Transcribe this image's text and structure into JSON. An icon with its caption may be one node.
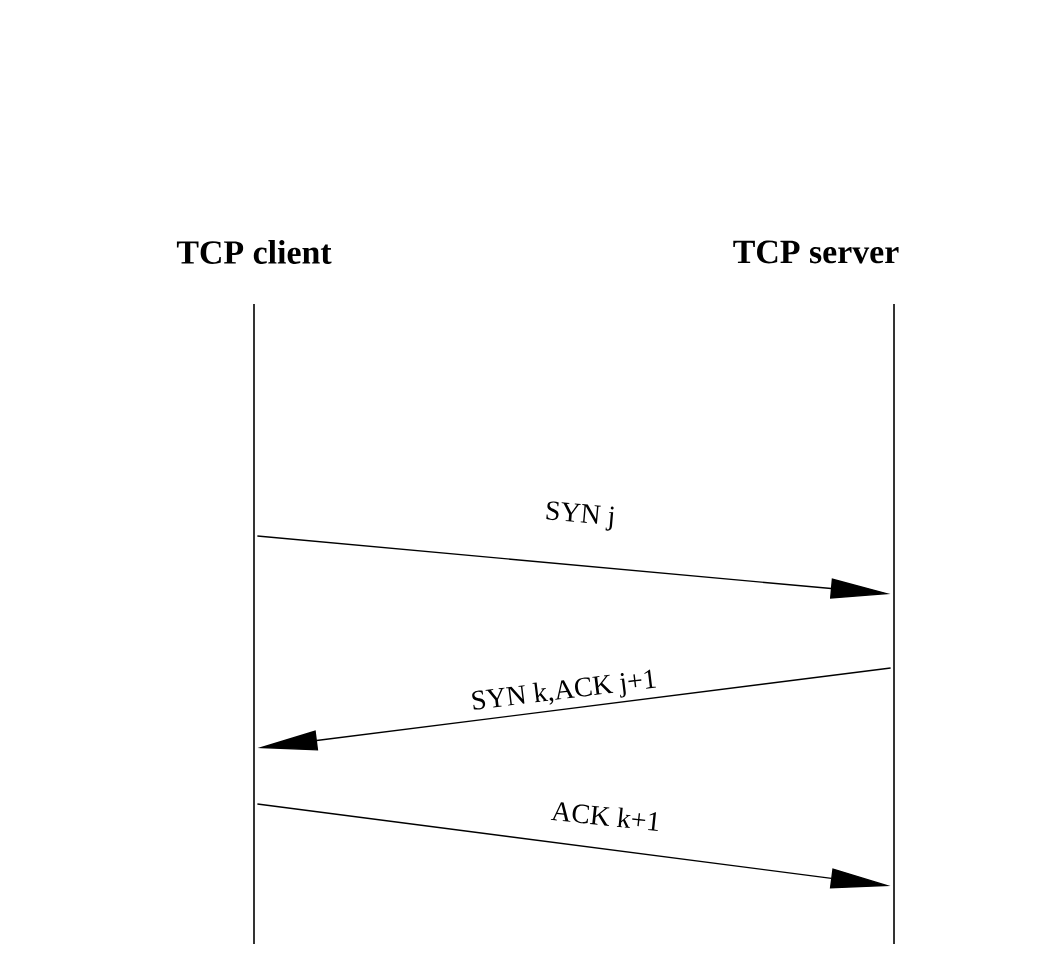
{
  "diagram": {
    "nodes": [
      {
        "text": [
          "TCP client"
        ]
      },
      {
        "text": [
          "TCP server"
        ]
      }
    ],
    "edges": [
      {
        "from": 0,
        "to": 1,
        "arrow": "to",
        "label": "SYN j"
      },
      {
        "from": 1,
        "to": 0,
        "arrow": "to",
        "label": "SYN k,ACK j+1"
      },
      {
        "from": 0,
        "to": 1,
        "arrow": "to",
        "label": "ACK k+1"
      }
    ]
  }
}
